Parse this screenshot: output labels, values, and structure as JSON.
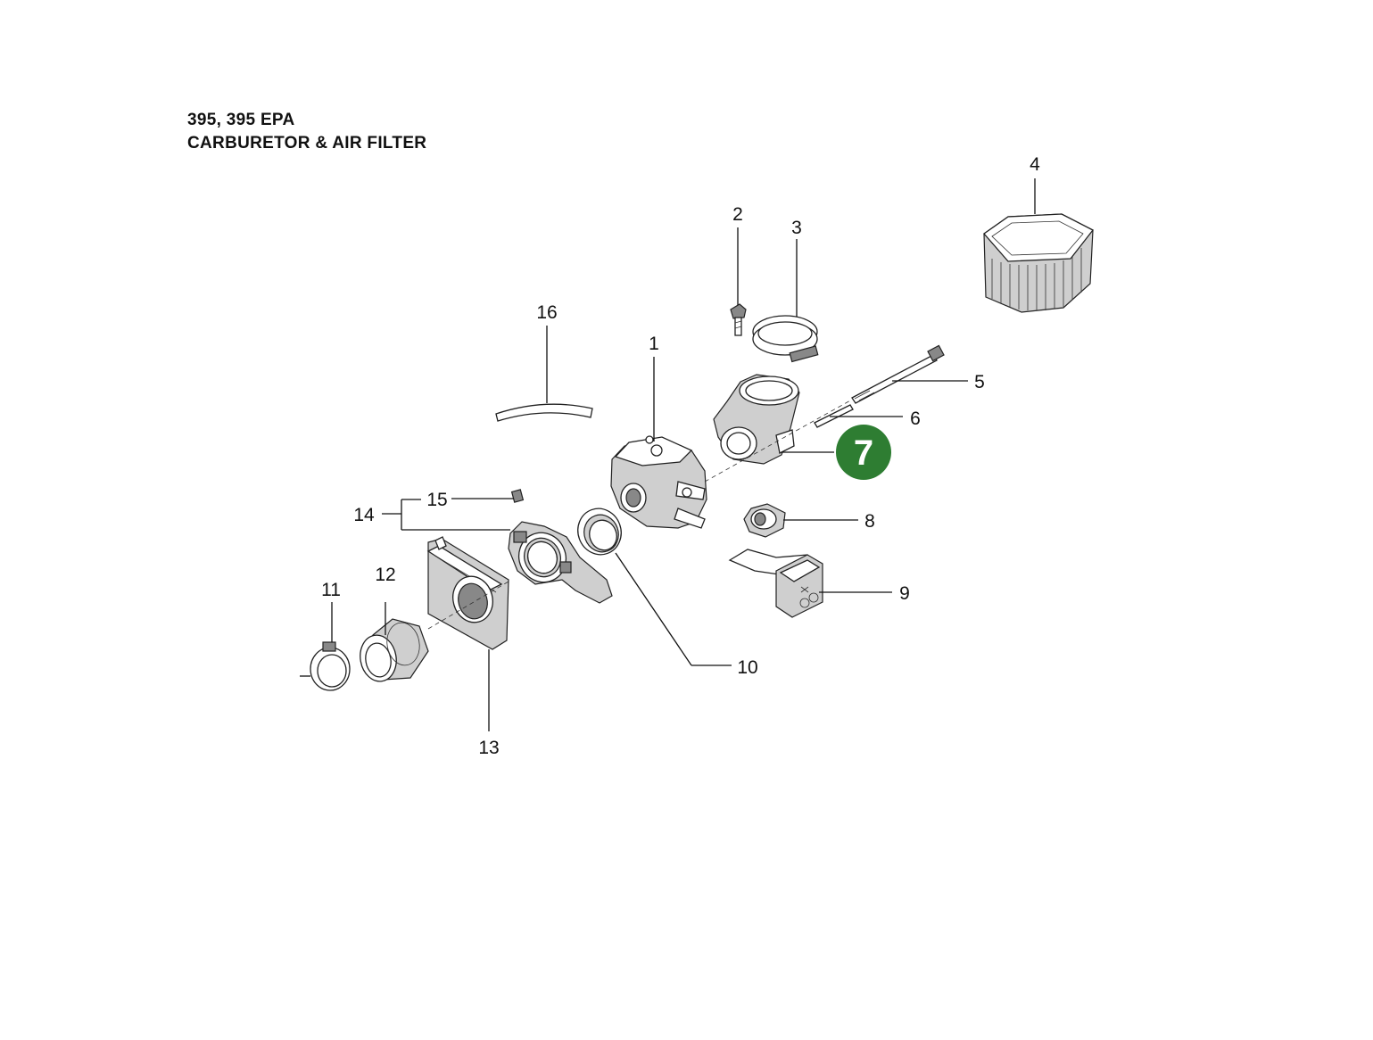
{
  "header": {
    "model_line": "395, 395 EPA",
    "section_title": "CARBURETOR & AIR FILTER"
  },
  "callouts": {
    "c1": "1",
    "c2": "2",
    "c3": "3",
    "c4": "4",
    "c5": "5",
    "c6": "6",
    "c7": "7",
    "c8": "8",
    "c9": "9",
    "c10": "10",
    "c11": "11",
    "c12": "12",
    "c13": "13",
    "c14": "14",
    "c15": "15",
    "c16": "16"
  },
  "highlight": {
    "selected_part": "7",
    "color": "#2e7d32"
  }
}
